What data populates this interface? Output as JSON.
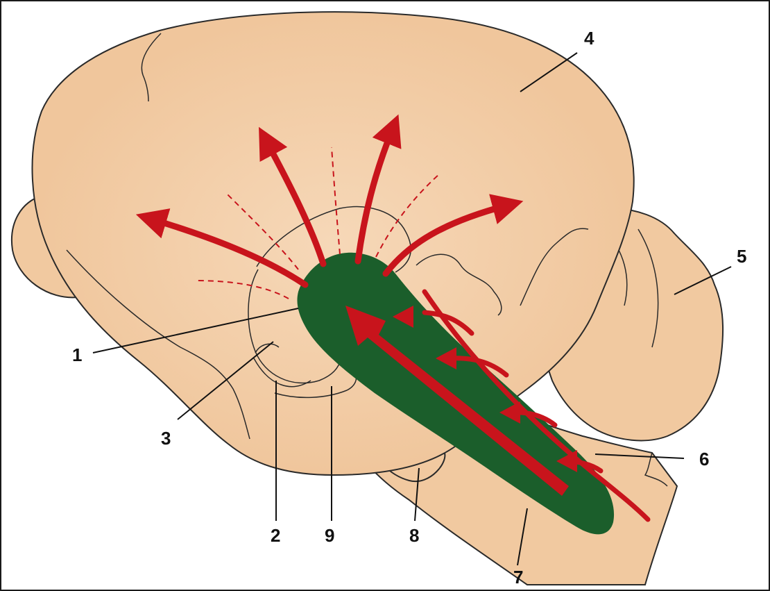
{
  "colors": {
    "brain_fill": "#f1c9a0",
    "outline": "#2a2a2a",
    "reticular_formation": "#1b5e2b",
    "projection_arrows": "#c8141c"
  },
  "labels": {
    "l1": "1",
    "l2": "2",
    "l3": "3",
    "l4": "4",
    "l5": "5",
    "l6": "6",
    "l7": "7",
    "l8": "8",
    "l9": "9"
  }
}
